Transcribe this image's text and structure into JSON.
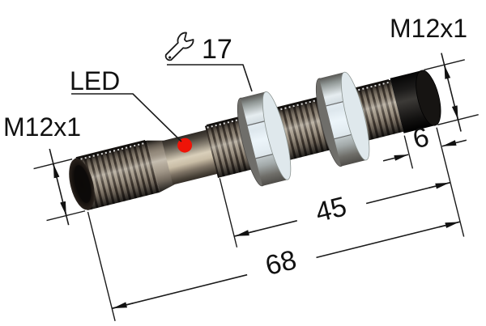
{
  "drawing": {
    "title": "M12x1 inductive sensor dimensional drawing",
    "labels": {
      "front_thread": "M12x1",
      "rear_thread": "M12x1",
      "led": "LED",
      "wrench_size": "17",
      "cap_length": "6",
      "thread_length": "45",
      "total_length": "68"
    },
    "icons": {
      "wrench": "wrench-icon"
    },
    "colors": {
      "led": "#ee1408",
      "line": "#1a1a1a",
      "background": "#ffffff"
    }
  }
}
